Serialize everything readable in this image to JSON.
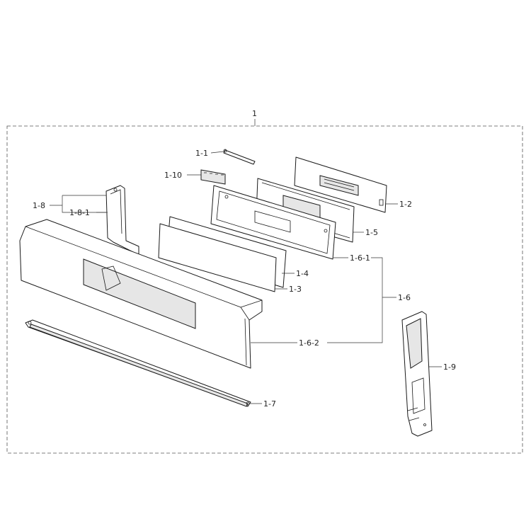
{
  "diagram": {
    "assembly_label": "1",
    "callouts": {
      "p1_1": "1-1",
      "p1_10": "1-10",
      "p1_2": "1-2",
      "p1_8": "1-8",
      "p1_8_1": "1-8-1",
      "p1_5": "1-5",
      "p1_6_1": "1-6-1",
      "p1_4": "1-4",
      "p1_3": "1-3",
      "p1_6": "1-6",
      "p1_6_2": "1-6-2",
      "p1_9": "1-9",
      "p1_7": "1-7"
    }
  }
}
